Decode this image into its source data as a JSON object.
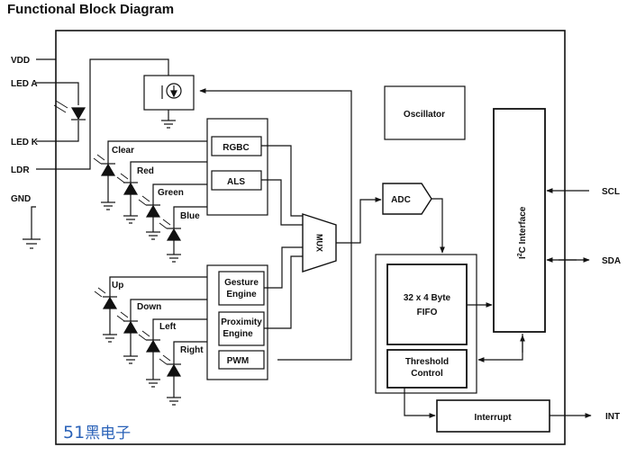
{
  "title": "Functional Block Diagram",
  "pins": {
    "vdd": "VDD",
    "led_a": "LED A",
    "led_k": "LED K",
    "ldr": "LDR",
    "gnd": "GND",
    "scl": "SCL",
    "sda": "SDA",
    "int": "INT"
  },
  "photodiodes": {
    "clear": "Clear",
    "red": "Red",
    "green": "Green",
    "blue": "Blue",
    "up": "Up",
    "down": "Down",
    "left": "Left",
    "right": "Right"
  },
  "blocks": {
    "rgbc": "RGBC",
    "als": "ALS",
    "gesture_1": "Gesture",
    "gesture_2": "Engine",
    "proximity_1": "Proximity",
    "proximity_2": "Engine",
    "pwm": "PWM",
    "mux": "MUX",
    "adc": "ADC",
    "oscillator": "Oscillator",
    "i2c_prefix": "I",
    "i2c_sup": "2",
    "i2c_rest": "C Interface",
    "fifo_1": "32 x 4 Byte",
    "fifo_2": "FIFO",
    "threshold_1": "Threshold",
    "threshold_2": "Control",
    "interrupt": "Interrupt"
  },
  "watermark": {
    "number": "51",
    "text": "黑电子"
  },
  "colors": {
    "line": "#111111",
    "watermark": "#2a62b8"
  }
}
